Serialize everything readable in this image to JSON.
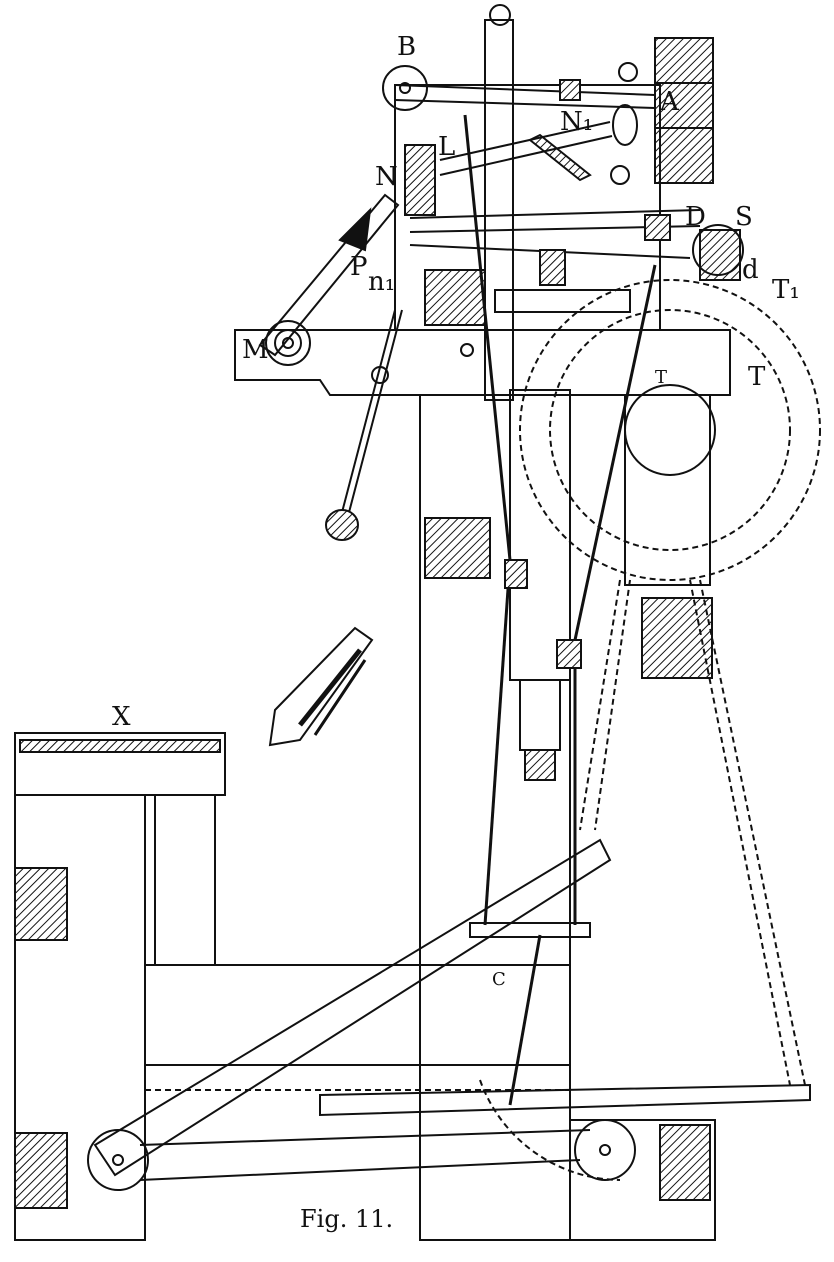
{
  "figure": {
    "caption": "Fig. 11."
  },
  "labels": {
    "B": "B",
    "A": "A",
    "L": "L",
    "N": "N",
    "N1": "N₁",
    "P": "P",
    "M": "M",
    "S": "S",
    "D": "D",
    "d": "d",
    "n1": "n₁",
    "T": "T",
    "T1": "T₁",
    "T_small": "T",
    "X": "X",
    "C": "C"
  },
  "colors": {
    "ink": "#111111",
    "paper": "#ffffff"
  }
}
